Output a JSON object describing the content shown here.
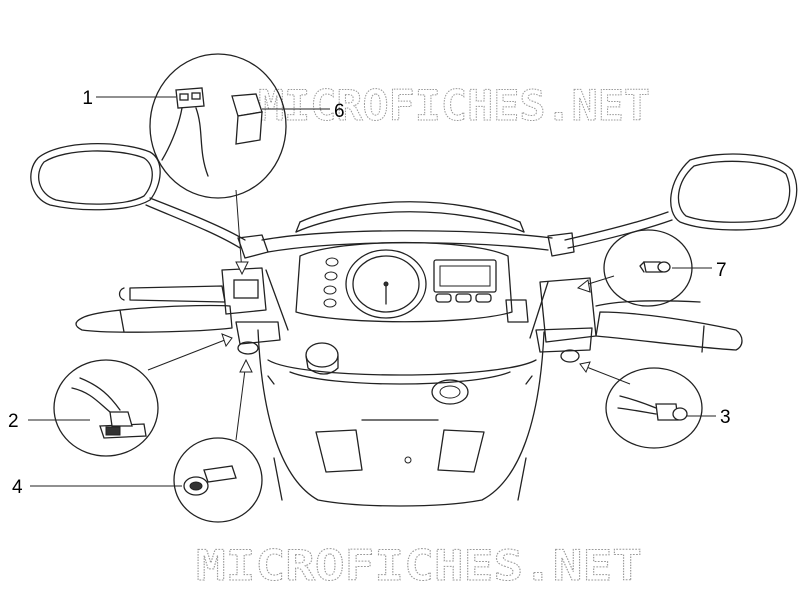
{
  "watermark": {
    "top": "MICROFICHES.NET",
    "bottom": "MICROFICHES.NET"
  },
  "callouts": {
    "c1": "1",
    "c2": "2",
    "c3": "3",
    "c4": "4",
    "c6": "6",
    "c7": "7"
  }
}
